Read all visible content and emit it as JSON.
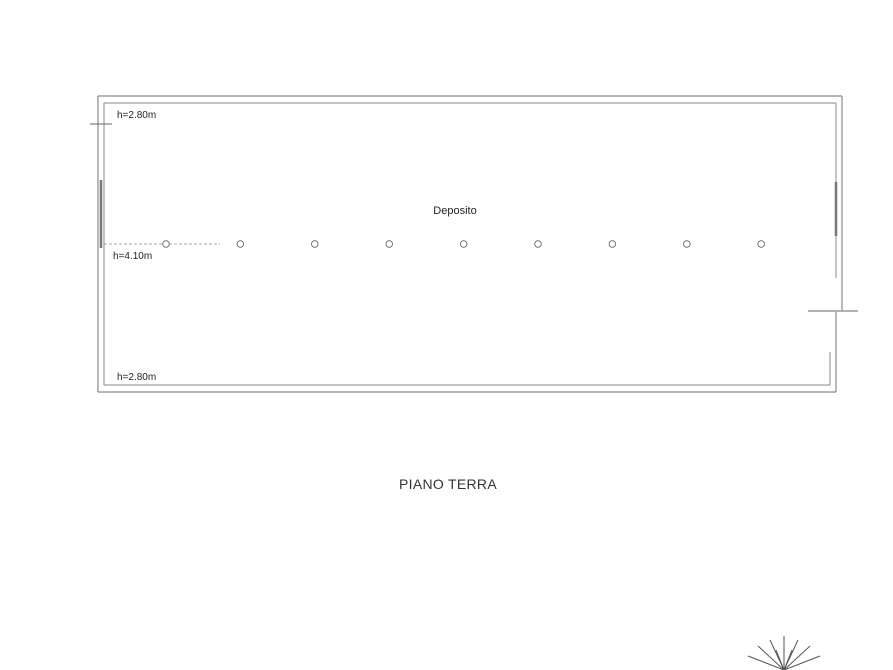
{
  "plan": {
    "room_name": "Deposito",
    "heights": {
      "top_left": "h=2.80m",
      "middle_left": "h=4.10m",
      "bottom_left": "h=2.80m"
    },
    "floor_title": "PIANO TERRA",
    "column_count": 9,
    "compass_icon": "north-arrow-icon",
    "colors": {
      "wall": "#8a8a8a",
      "line": "#555555",
      "text": "#222222"
    }
  }
}
